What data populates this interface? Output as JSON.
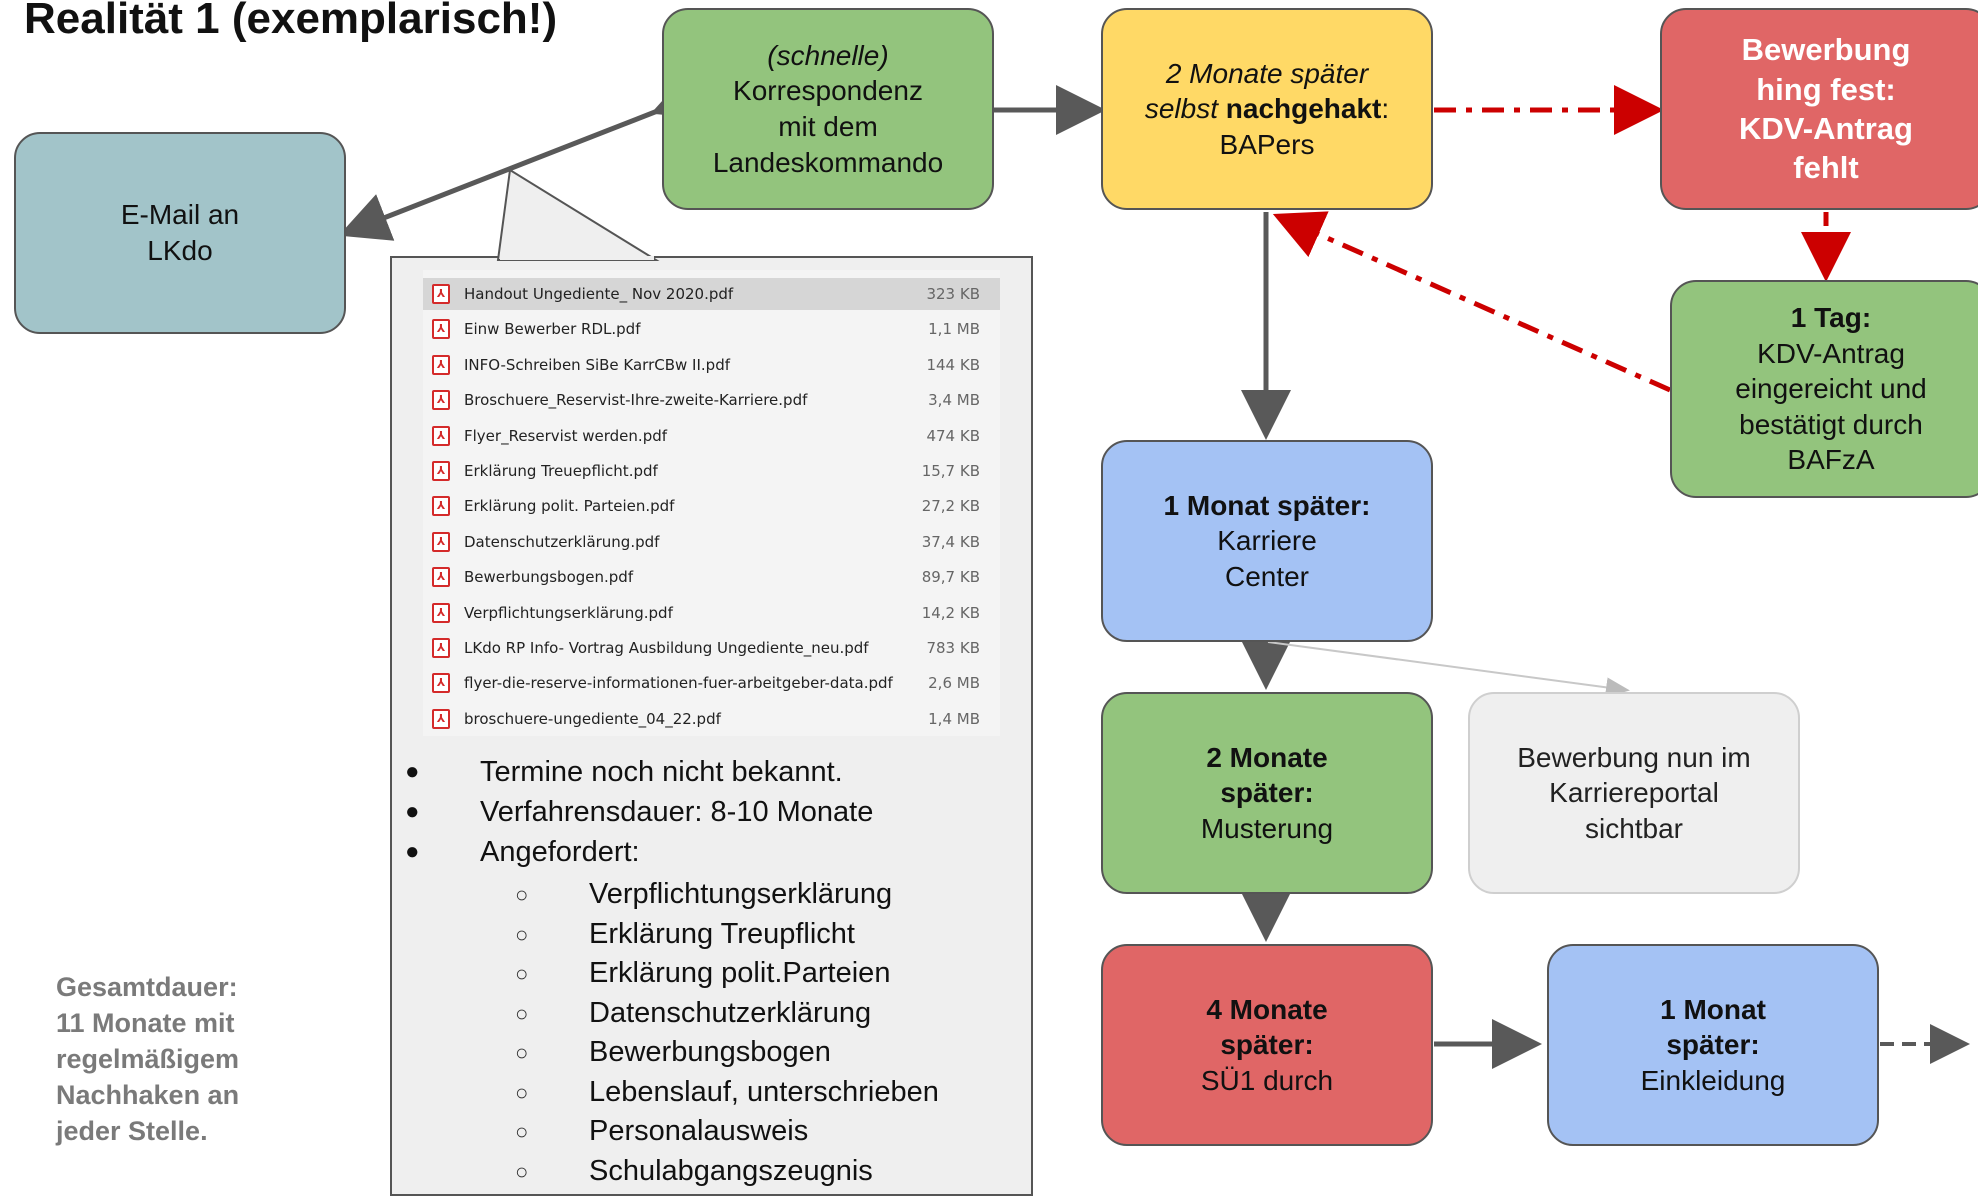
{
  "title": "Realität 1 (exemplarisch!)",
  "colors": {
    "teal": "#a2c4c9",
    "green": "#93c47d",
    "yellow": "#ffd966",
    "red": "#e06666",
    "blue": "#a4c2f4",
    "light_gray": "#efefef",
    "arrow_gray": "#595959",
    "arrow_red": "#cc0000"
  },
  "boxes": {
    "email": {
      "line1": "E-Mail an",
      "line2": "LKdo"
    },
    "korrespondenz": {
      "line1": "(schnelle)",
      "line2": "Korrespondenz",
      "line3": "mit dem",
      "line4": "Landeskommando"
    },
    "nachgehakt": {
      "line1": "2 Monate später",
      "line2_italic": "selbst",
      "line2_bold": "nachgehakt",
      "line2_rest": ":",
      "line3": "BAPers"
    },
    "bewerbung_fest": {
      "line1": "Bewerbung",
      "line2": "hing fest:",
      "line3": "KDV-Antrag",
      "line4": "fehlt"
    },
    "kdv_tag": {
      "line1": "1 Tag:",
      "line2": "KDV-Antrag",
      "line3": "eingereicht und",
      "line4": "bestätigt durch",
      "line5": "BAFzA"
    },
    "karriere": {
      "line1": "1 Monat später:",
      "line2": "Karriere",
      "line3": "Center"
    },
    "musterung": {
      "line1": "2 Monate",
      "line2": "später:",
      "line3": "Musterung"
    },
    "karriereportal": {
      "line1": "Bewerbung nun im",
      "line2": "Karriereportal",
      "line3": "sichtbar"
    },
    "su1": {
      "line1": "4 Monate",
      "line2": "später:",
      "line3": "SÜ1 durch"
    },
    "einkleidung": {
      "line1": "1 Monat",
      "line2": "später:",
      "line3": "Einkleidung"
    }
  },
  "files": [
    {
      "name": "Handout Ungediente_ Nov 2020.pdf",
      "size": "323 KB",
      "selected": true
    },
    {
      "name": "Einw Bewerber RDL.pdf",
      "size": "1,1 MB"
    },
    {
      "name": "INFO-Schreiben SiBe KarrCBw II.pdf",
      "size": "144 KB"
    },
    {
      "name": "Broschuere_Reservist-Ihre-zweite-Karriere.pdf",
      "size": "3,4 MB"
    },
    {
      "name": "Flyer_Reservist werden.pdf",
      "size": "474 KB"
    },
    {
      "name": "Erklärung Treuepflicht.pdf",
      "size": "15,7 KB"
    },
    {
      "name": "Erklärung polit. Parteien.pdf",
      "size": "27,2 KB"
    },
    {
      "name": "Datenschutzerklärung.pdf",
      "size": "37,4 KB"
    },
    {
      "name": "Bewerbungsbogen.pdf",
      "size": "89,7 KB"
    },
    {
      "name": "Verpflichtungserklärung.pdf",
      "size": "14,2 KB"
    },
    {
      "name": "LKdo RP Info- Vortrag Ausbildung Ungediente_neu.pdf",
      "size": "783 KB"
    },
    {
      "name": "flyer-die-reserve-informationen-fuer-arbeitgeber-data.pdf",
      "size": "2,6 MB"
    },
    {
      "name": "broschuere-ungediente_04_22.pdf",
      "size": "1,4 MB"
    }
  ],
  "file_icon": "pdf-icon",
  "bullets": [
    "Termine noch nicht bekannt.",
    "Verfahrensdauer: 8-10 Monate",
    "Angefordert:"
  ],
  "sub_bullets": [
    "Verpflichtungserklärung",
    "Erklärung Treupflicht",
    "Erklärung polit.Parteien",
    "Datenschutzerklärung",
    "Bewerbungsbogen",
    "Lebenslauf, unterschrieben",
    "Personalausweis",
    "Schulabgangszeugnis"
  ],
  "bullet_symbol": "●",
  "sub_bullet_symbol": "○",
  "summary": [
    "Gesamtdauer:",
    "11 Monate mit",
    "regelmäßigem",
    "Nachhaken an",
    "jeder Stelle."
  ]
}
